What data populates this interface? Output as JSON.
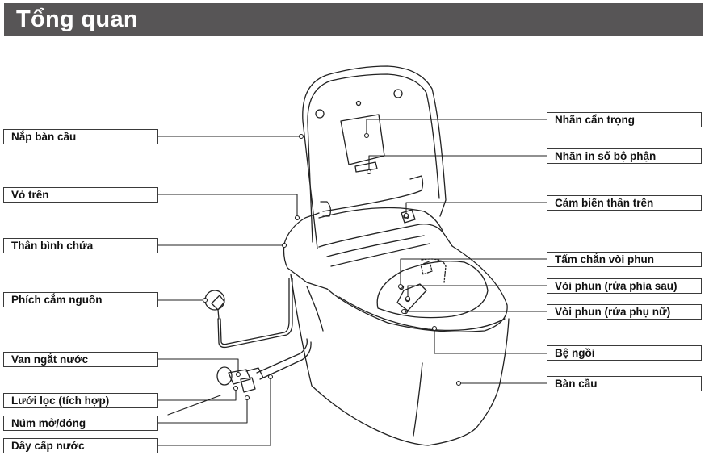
{
  "title": "Tổng quan",
  "colors": {
    "title_bar": "#575556",
    "title_text": "#ffffff",
    "line": "#222222"
  },
  "labels_left": [
    {
      "id": "seat-lid",
      "text": "Nắp bàn cầu"
    },
    {
      "id": "upper-cover",
      "text": "Vỏ trên"
    },
    {
      "id": "tank-body",
      "text": "Thân bình chứa"
    },
    {
      "id": "power-plug",
      "text": "Phích cắm nguồn"
    },
    {
      "id": "shutoff-valve",
      "text": "Van ngắt nước"
    },
    {
      "id": "filter",
      "text": "Lưới lọc (tích hợp)"
    },
    {
      "id": "open-close-knob",
      "text": "Núm mở/đóng"
    },
    {
      "id": "supply-hose",
      "text": "Dây cấp nước"
    }
  ],
  "labels_right": [
    {
      "id": "caution-label",
      "text": "Nhãn cẩn trọng"
    },
    {
      "id": "part-number-label",
      "text": "Nhãn in số bộ phận"
    },
    {
      "id": "body-sensor",
      "text": "Cảm biến thân trên"
    },
    {
      "id": "nozzle-shutter",
      "text": "Tấm chắn vòi phun"
    },
    {
      "id": "rear-nozzle",
      "text": "Vòi phun (rửa phía sau)"
    },
    {
      "id": "front-nozzle",
      "text": "Vòi phun (rửa phụ nữ)"
    },
    {
      "id": "seat",
      "text": "Bệ ngồi"
    },
    {
      "id": "bowl",
      "text": "Bàn cầu"
    }
  ]
}
